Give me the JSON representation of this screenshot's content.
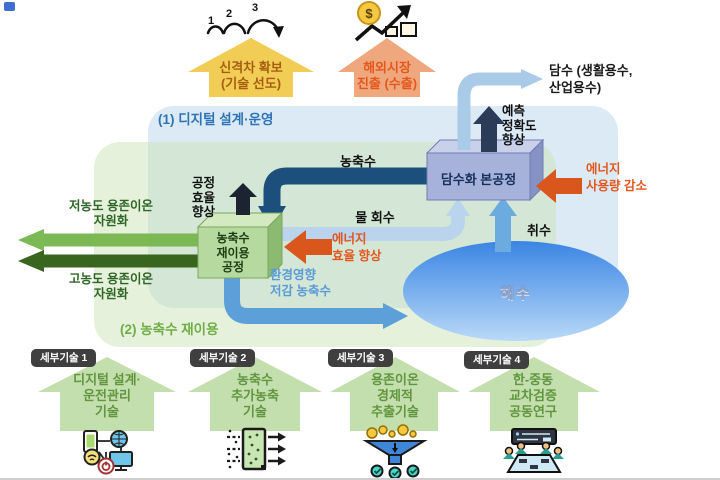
{
  "regions": {
    "digital_label": "(1) 디지털 설계·운영",
    "reuse_label": "(2) 농축수 재이용"
  },
  "goals": {
    "tech_lead": "신격차 확보\n(기술 선도)",
    "overseas": "해외시장\n진출 (수출)"
  },
  "outputs": {
    "fresh_water": "담수 (생활용수,\n산업용수)"
  },
  "boxes": {
    "main_process": "담수화 본공정",
    "reuse_process": "농축수\n재이용\n공정"
  },
  "flows": {
    "brine": "농축수",
    "water_recovery": "물 회수",
    "intake": "취수",
    "reduced_brine": "환경영향\n저감 농축수"
  },
  "effects": {
    "prediction": "예측\n정확도\n향상",
    "process": "공정\n효율\n향상",
    "energy_use": "에너지\n사용량 감소",
    "energy_eff": "에너지\n효율 향상"
  },
  "resources": {
    "low": "저농도 용존이온\n자원화",
    "high": "고농도 용존이온\n자원화"
  },
  "sea_label": "해수",
  "detail_techs": [
    {
      "badge": "세부기술 1",
      "label": "디지털 설계·\n운전관리\n기술",
      "icon": "digital-devices-icon"
    },
    {
      "badge": "세부기술 2",
      "label": "농축수\n추가농축\n기술",
      "icon": "membrane-filter-icon"
    },
    {
      "badge": "세부기술 3",
      "label": "용존이온\n경제적\n추출기술",
      "icon": "funnel-coins-icon"
    },
    {
      "badge": "세부기술 4",
      "label": "한-중동\n교차검증\n공동연구",
      "icon": "conference-icon"
    }
  ],
  "icons": {
    "growth_steps": {
      "steps": [
        "1",
        "2",
        "3"
      ]
    },
    "money": {
      "symbol": "$"
    }
  },
  "colors": {
    "accent_blue": "#2e74b5",
    "accent_green": "#70ad47",
    "orange_text": "#e4571c",
    "orange_arrow_solid": "#d9571d",
    "navy_pipe": "#1d4f7c",
    "light_pipe": "#b9d4ec",
    "mid_pipe": "#5d9fd8",
    "sea_top": "#3a85e3",
    "sea_bottom": "#b9d9f8",
    "yellow_arrow": "#f2cd55",
    "orange_arrow": "#efa87d",
    "green_arrow": "#c4dfae",
    "green_arrow_light": "#7cb853",
    "green_arrow_dark": "#39661e",
    "badge_bg": "#3f3f3f"
  }
}
